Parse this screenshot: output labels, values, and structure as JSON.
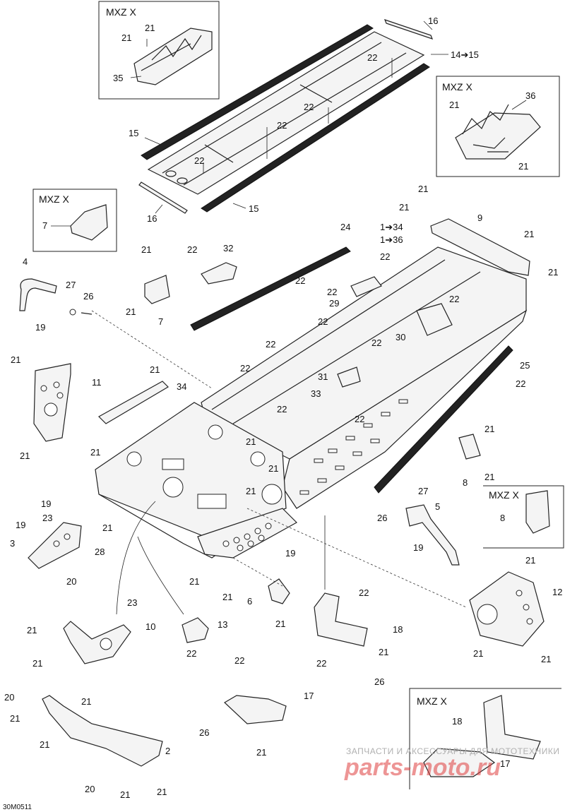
{
  "boxes": {
    "top_left_title": "MXZ X",
    "left_small_title": "MXZ X",
    "top_right_title": "MXZ X",
    "right_mid_title": "MXZ X",
    "bottom_right_title": "MXZ X"
  },
  "labels": {
    "l16a": "16",
    "l14_15": "14➔15",
    "l22a": "22",
    "l22b": "22",
    "l22c": "22",
    "l22d": "22",
    "l15a": "15",
    "l15b": "15",
    "l16b": "16",
    "tl21a": "21",
    "tl21b": "21",
    "tl35": "35",
    "tr21a": "21",
    "tr36": "36",
    "tr21b": "21",
    "ls7": "7",
    "m21a": "21",
    "m21b": "21",
    "m9": "9",
    "m21c": "21",
    "m21d": "21",
    "m1_34": "1➔34",
    "m1_36": "1➔36",
    "m24": "24",
    "m22e": "22",
    "m21e": "21",
    "m22f": "22",
    "m32": "32",
    "m22g": "22",
    "m7": "7",
    "m21f": "21",
    "m4": "4",
    "m27a": "27",
    "m26a": "26",
    "m19a": "19",
    "m22h": "22",
    "m29": "29",
    "m22i": "22",
    "m22j": "22",
    "m30": "30",
    "m22k": "22",
    "m22l": "22",
    "m25": "25",
    "m22m": "22",
    "m21g": "21",
    "m11": "11",
    "m21h": "21",
    "m34": "34",
    "m22n": "22",
    "m31": "31",
    "m33": "33",
    "m22o": "22",
    "m22p": "22",
    "m21i": "21",
    "m21j": "21",
    "m21k": "21",
    "m21l": "21",
    "m21m": "21",
    "m8a": "8",
    "m21n": "21",
    "m19b": "19",
    "m23a": "23",
    "m19c": "19",
    "m3": "3",
    "m28": "28",
    "m20a": "20",
    "m21o": "21",
    "m27b": "27",
    "m5": "5",
    "m26b": "26",
    "m19d": "19",
    "rb8": "8",
    "m19e": "19",
    "m21p": "21",
    "m21q": "21",
    "m6": "6",
    "m21r": "21",
    "m12": "12",
    "m22q": "22",
    "m18": "18",
    "m21s": "21",
    "m21t": "21",
    "m21u": "21",
    "m22r": "22",
    "m23b": "23",
    "m21v": "21",
    "m10": "10",
    "m13": "13",
    "m22s": "22",
    "m21w": "21",
    "m26c": "26",
    "m21x": "21",
    "m22t": "22",
    "m17": "17",
    "m20b": "20",
    "m21y": "21",
    "m21z": "21",
    "m2": "2",
    "m26d": "26",
    "m21aa": "21",
    "m20c": "20",
    "m21ab": "21",
    "m21ac": "21",
    "br18": "18",
    "br17": "17"
  },
  "watermark": {
    "line1": "ЗАПЧАСТИ И АКСЕССУАРЫ ДЛЯ МОТОТЕХНИКИ",
    "line2": "parts-moto.ru"
  },
  "drawing_code": "30M0511"
}
